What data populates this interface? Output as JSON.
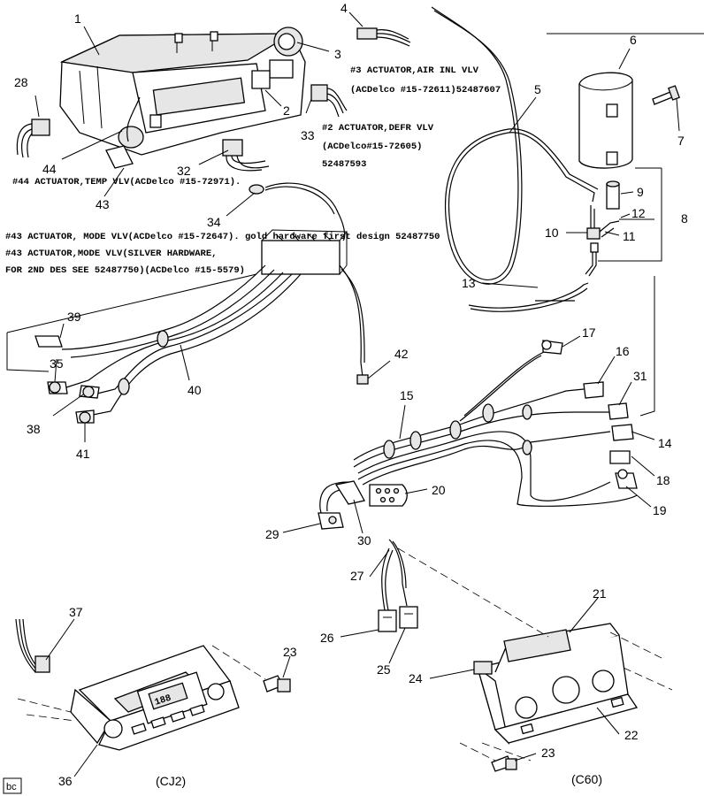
{
  "notes": {
    "n3a": "#3 ACTUATOR,AIR INL VLV",
    "n3b": "(ACDelco #15-72611)52487607",
    "n2a": "#2 ACTUATOR,DEFR VLV",
    "n2b": "(ACDelco#15-72605)",
    "n2c": "52487593",
    "n44": "#44 ACTUATOR,TEMP VLV(ACDelco #15-72971).",
    "n43a": "#43 ACTUATOR, MODE VLV(ACDelco #15-72647). gold hardware first design 52487750",
    "n43b": "#43 ACTUATOR,MODE VLV(SILVER HARDWARE,",
    "n43c": "FOR 2ND DES SEE 52487750)(ACDelco #15-5579)"
  },
  "callouts": {
    "c1": "1",
    "c2": "2",
    "c3": "3",
    "c4": "4",
    "c5": "5",
    "c6": "6",
    "c7": "7",
    "c8": "8",
    "c9": "9",
    "c10": "10",
    "c11": "11",
    "c12": "12",
    "c13": "13",
    "c14": "14",
    "c15": "15",
    "c16": "16",
    "c17": "17",
    "c18": "18",
    "c19": "19",
    "c20": "20",
    "c21": "21",
    "c22": "22",
    "c23a": "23",
    "c23b": "23",
    "c24": "24",
    "c25": "25",
    "c26": "26",
    "c27": "27",
    "c28": "28",
    "c29": "29",
    "c30": "30",
    "c31": "31",
    "c32": "32",
    "c33": "33",
    "c34": "34",
    "c35": "35",
    "c36": "36",
    "c37": "37",
    "c38": "38",
    "c39": "39",
    "c40": "40",
    "c41": "41",
    "c42": "42",
    "c43": "43",
    "c44": "44"
  },
  "captions": {
    "cj2": "(CJ2)",
    "c60": "(C60)",
    "corner": "bc"
  },
  "display": {
    "readout": "188"
  }
}
